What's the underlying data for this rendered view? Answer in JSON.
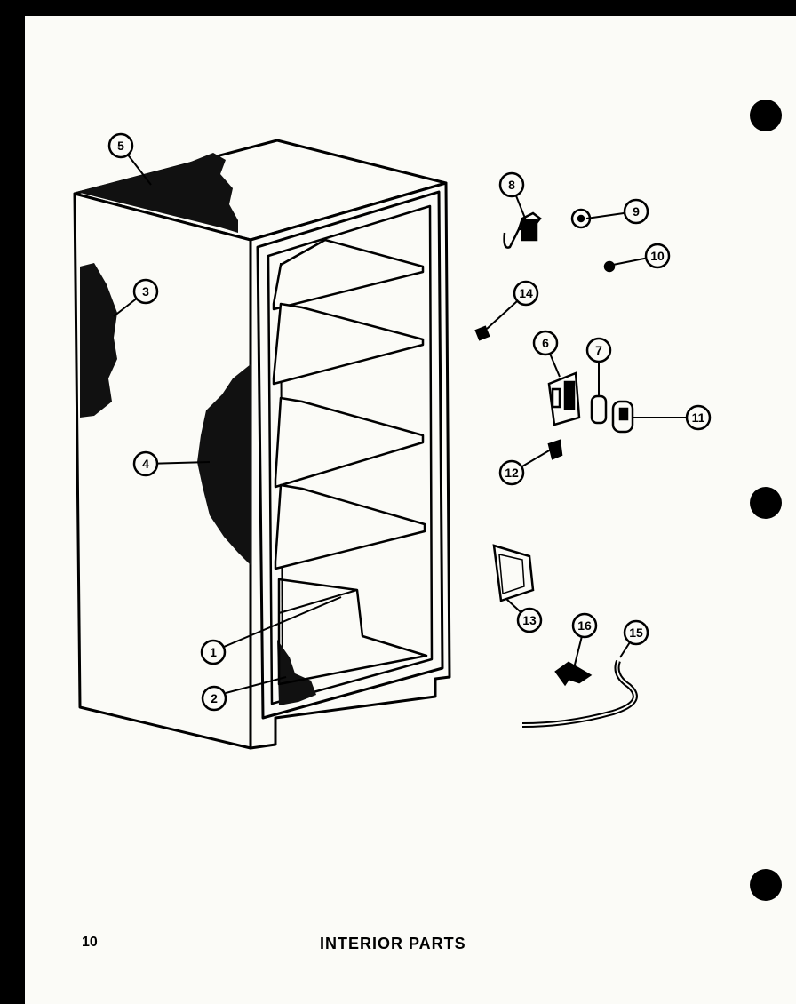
{
  "page": {
    "number": "10",
    "title": "INTERIOR PARTS"
  },
  "callouts": [
    "1",
    "2",
    "3",
    "4",
    "5",
    "6",
    "7",
    "8",
    "9",
    "10",
    "11",
    "12",
    "13",
    "14",
    "15",
    "16"
  ],
  "colors": {
    "ink": "#000000",
    "paper": "#fbfbf7"
  }
}
